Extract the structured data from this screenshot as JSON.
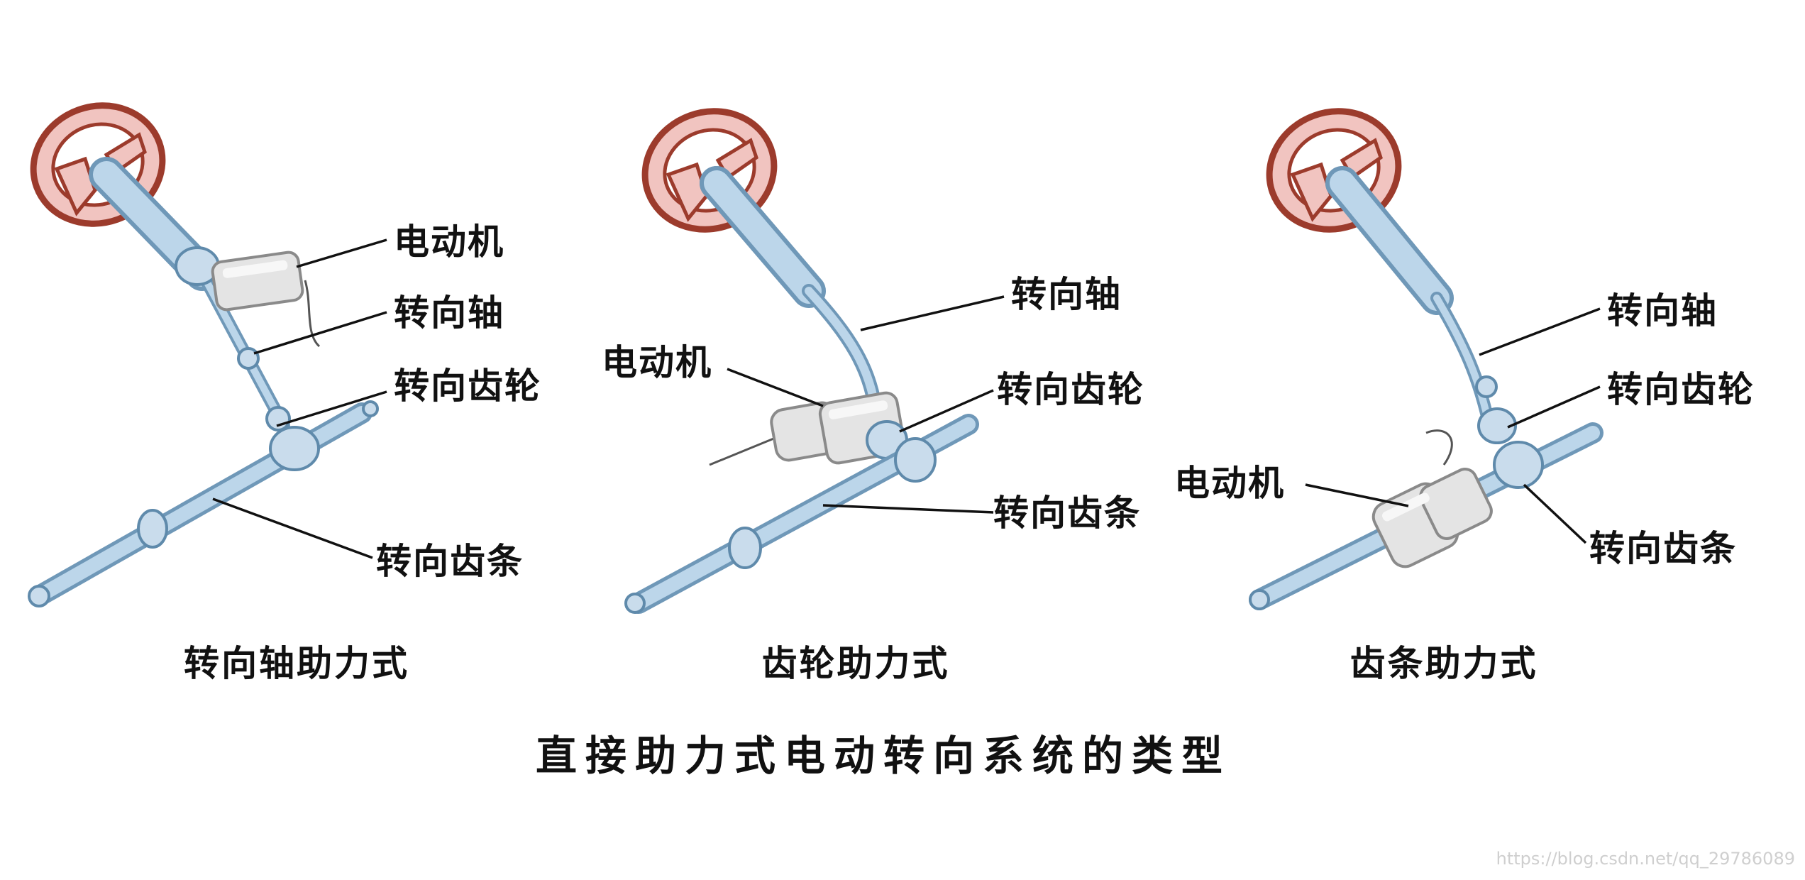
{
  "diagram": {
    "title": "直接助力式电动转向系统的类型",
    "panels": [
      {
        "caption": "转向轴助力式",
        "labels": {
          "motor": "电动机",
          "shaft": "转向轴",
          "gear": "转向齿轮",
          "rack": "转向齿条"
        }
      },
      {
        "caption": "齿轮助力式",
        "labels": {
          "shaft": "转向轴",
          "motor": "电动机",
          "gear": "转向齿轮",
          "rack": "转向齿条"
        }
      },
      {
        "caption": "齿条助力式",
        "labels": {
          "shaft": "转向轴",
          "gear": "转向齿轮",
          "motor": "电动机",
          "rack": "转向齿条"
        }
      }
    ],
    "colors": {
      "wheel": "#f1c4c0",
      "wheel_outline": "#9c3b2c",
      "shaft": "#bcd6ea",
      "shaft_outline": "#6f98b8",
      "motor": "#e4e4e4"
    }
  },
  "watermark": "https://blog.csdn.net/qq_29786089"
}
